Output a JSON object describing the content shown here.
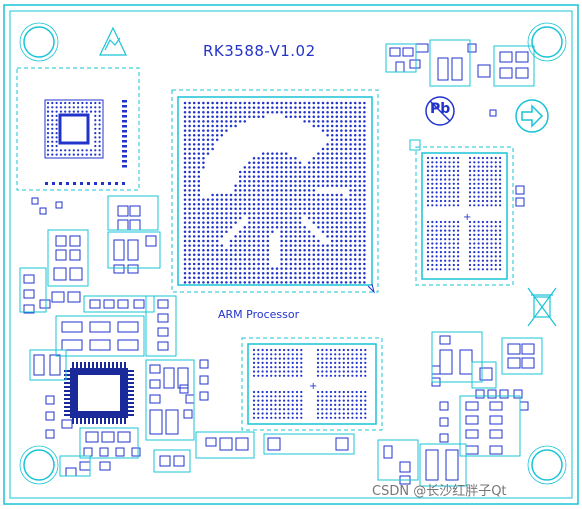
{
  "board": {
    "title": "RK3588-V1.02",
    "processor_label": "ARM Processor",
    "pb_mark": "Pb",
    "watermark": "CSDN @长沙红胖子Qt"
  },
  "colors": {
    "outline": "#19c4d6",
    "pads": "#2233cc",
    "dark_ic": "#1a2a9a",
    "background": "#ffffff"
  },
  "icons": [
    "esd-warning-icon",
    "lead-free-pb-icon",
    "direction-arrow-icon",
    "weee-bin-icon"
  ]
}
